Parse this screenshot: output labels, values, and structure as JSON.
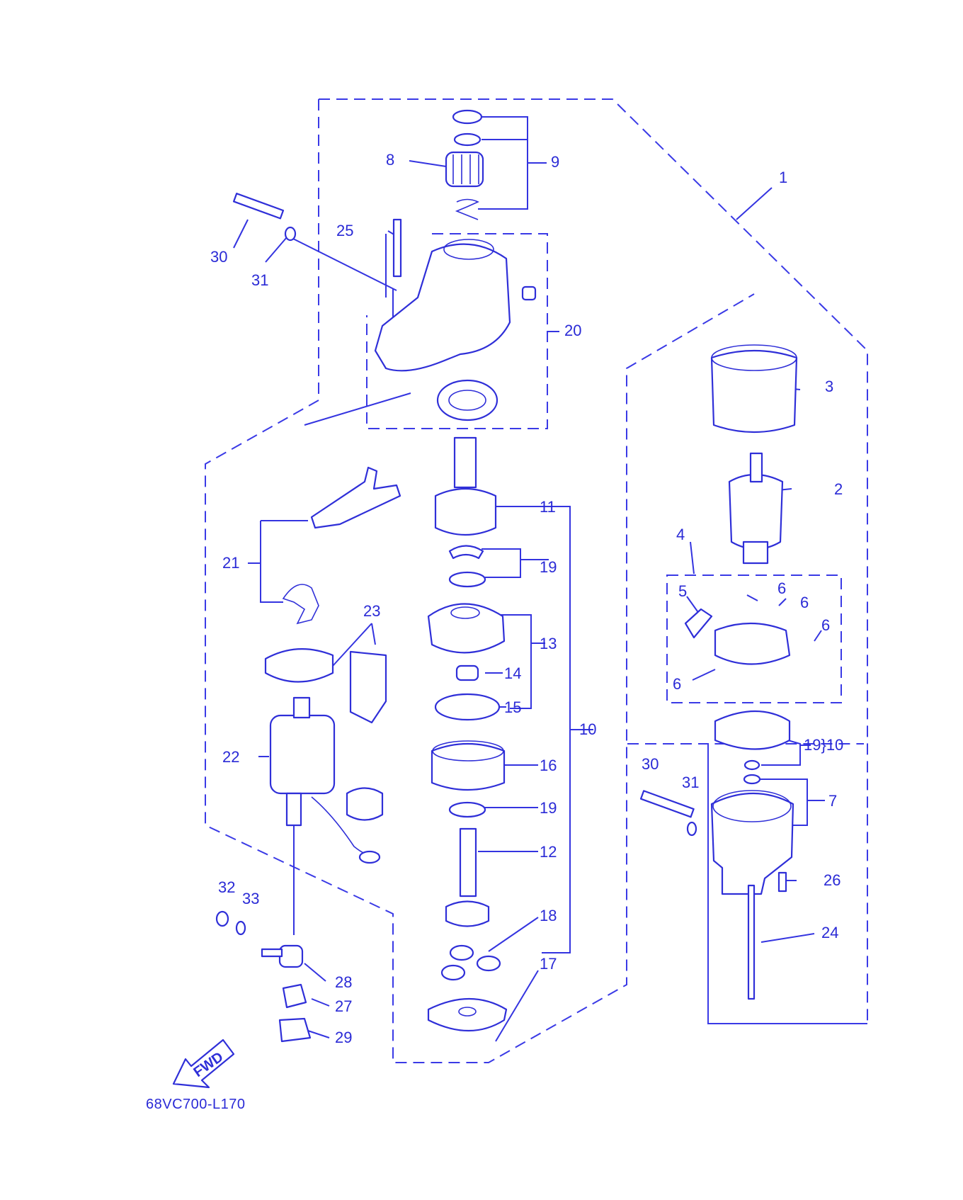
{
  "diagram_code": "68VC700-L170",
  "direction_arrow": {
    "icon": "fwd-arrow-icon",
    "text": "FWD"
  },
  "callouts": [
    {
      "id": "c1",
      "text": "1"
    },
    {
      "id": "c2",
      "text": "2"
    },
    {
      "id": "c3",
      "text": "3"
    },
    {
      "id": "c4",
      "text": "4"
    },
    {
      "id": "c5",
      "text": "5"
    },
    {
      "id": "c6a",
      "text": "6"
    },
    {
      "id": "c6b",
      "text": "6"
    },
    {
      "id": "c6c",
      "text": "6"
    },
    {
      "id": "c6d",
      "text": "6"
    },
    {
      "id": "c7",
      "text": "7"
    },
    {
      "id": "c8",
      "text": "8"
    },
    {
      "id": "c9",
      "text": "9"
    },
    {
      "id": "c10a",
      "text": "10"
    },
    {
      "id": "c10b",
      "text": "19}10"
    },
    {
      "id": "c11",
      "text": "11"
    },
    {
      "id": "c12",
      "text": "12"
    },
    {
      "id": "c13",
      "text": "13"
    },
    {
      "id": "c14",
      "text": "14"
    },
    {
      "id": "c15",
      "text": "15"
    },
    {
      "id": "c16",
      "text": "16"
    },
    {
      "id": "c17",
      "text": "17"
    },
    {
      "id": "c18",
      "text": "18"
    },
    {
      "id": "c19a",
      "text": "19"
    },
    {
      "id": "c19b",
      "text": "19"
    },
    {
      "id": "c20",
      "text": "20"
    },
    {
      "id": "c21",
      "text": "21"
    },
    {
      "id": "c22",
      "text": "22"
    },
    {
      "id": "c23",
      "text": "23"
    },
    {
      "id": "c24",
      "text": "24"
    },
    {
      "id": "c25",
      "text": "25"
    },
    {
      "id": "c26",
      "text": "26"
    },
    {
      "id": "c27",
      "text": "27"
    },
    {
      "id": "c28",
      "text": "28"
    },
    {
      "id": "c29",
      "text": "29"
    },
    {
      "id": "c30a",
      "text": "30"
    },
    {
      "id": "c30b",
      "text": "30"
    },
    {
      "id": "c31a",
      "text": "31"
    },
    {
      "id": "c31b",
      "text": "31"
    },
    {
      "id": "c32",
      "text": "32"
    },
    {
      "id": "c33",
      "text": "33"
    }
  ],
  "colors": {
    "ink": "#2f2fd8",
    "background": "#ffffff"
  }
}
